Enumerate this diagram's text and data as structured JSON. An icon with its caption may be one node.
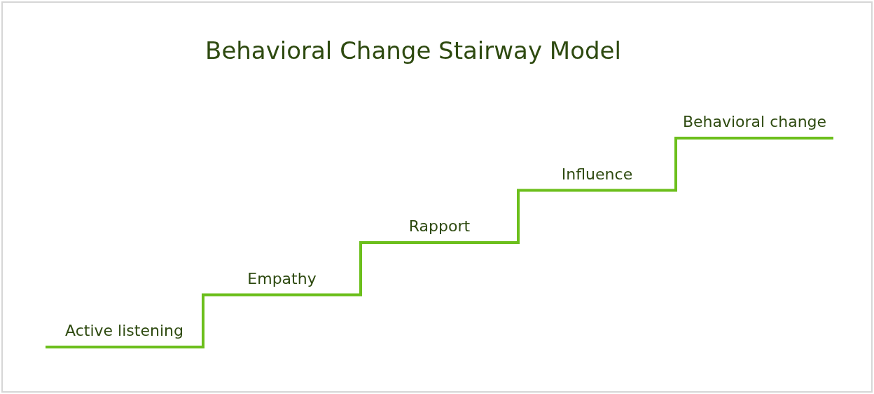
{
  "diagram": {
    "title": "Behavioral Change Stairway Model",
    "labels": [
      "Active listening",
      "Empathy",
      "Rapport",
      "Influence",
      "Behavioral change"
    ]
  }
}
